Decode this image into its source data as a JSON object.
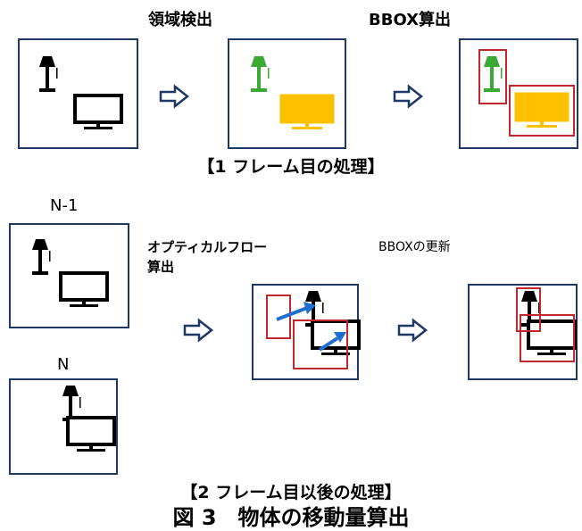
{
  "top": {
    "step1_label": "領域検出",
    "step2_label": "BBOX算出",
    "caption": "【1 フレーム目の処理】"
  },
  "bottom": {
    "frame_prev_label": "N-1",
    "frame_curr_label": "N",
    "optical_flow_label_line1": "オプティカルフロー",
    "optical_flow_label_line2": "算出",
    "bbox_update_label": "BBOXの更新",
    "caption": "【2 フレーム目以後の処理】"
  },
  "figure_caption": "図 3　物体の移動量算出",
  "colors": {
    "frame_border": "#1f3864",
    "lamp_detected": "#3aaa35",
    "tv_detected": "#ffc000",
    "bbox": "#c0282d",
    "flow_arrow": "#1f6fd1",
    "process_arrow": "#1f3864"
  },
  "icons": [
    "lamp-icon",
    "tv-icon",
    "process-arrow-icon",
    "flow-arrow-icon"
  ]
}
